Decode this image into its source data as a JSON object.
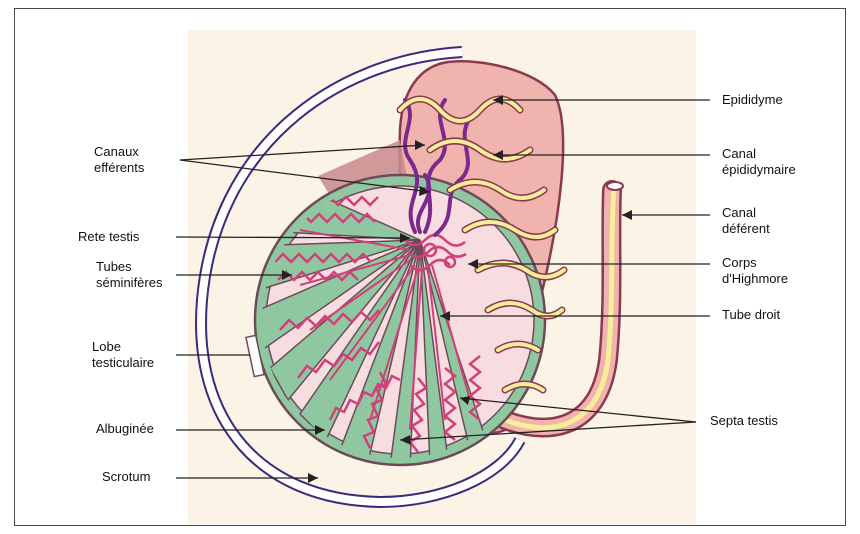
{
  "labels": {
    "canaux_efferents": [
      "Canaux",
      "efférents"
    ],
    "rete_testis": "Rete testis",
    "tubes_seminiferes": [
      "Tubes",
      "séminifères"
    ],
    "lobe_testiculaire": [
      "Lobe",
      "testiculaire"
    ],
    "albuginee": "Albuginée",
    "scrotum": "Scrotum",
    "epididyme": "Epididyme",
    "canal_epididymaire": [
      "Canal",
      "épididymaire"
    ],
    "canal_deferent": [
      "Canal",
      "déférent"
    ],
    "corps_highmore": [
      "Corps",
      "d'Highmore"
    ],
    "tube_droit": "Tube droit",
    "septa_testis": "Septa testis"
  },
  "colors": {
    "scrotum": "#3d2a78",
    "albuginea": "#8fc8a0",
    "lobule": "#f7dde0",
    "tubule": "#d2407a",
    "efferent": "#7a2a8c",
    "epididymis": "#f0b3ad",
    "epididymal_duct": "#f7ee9a",
    "background": "#fbf4e6"
  }
}
